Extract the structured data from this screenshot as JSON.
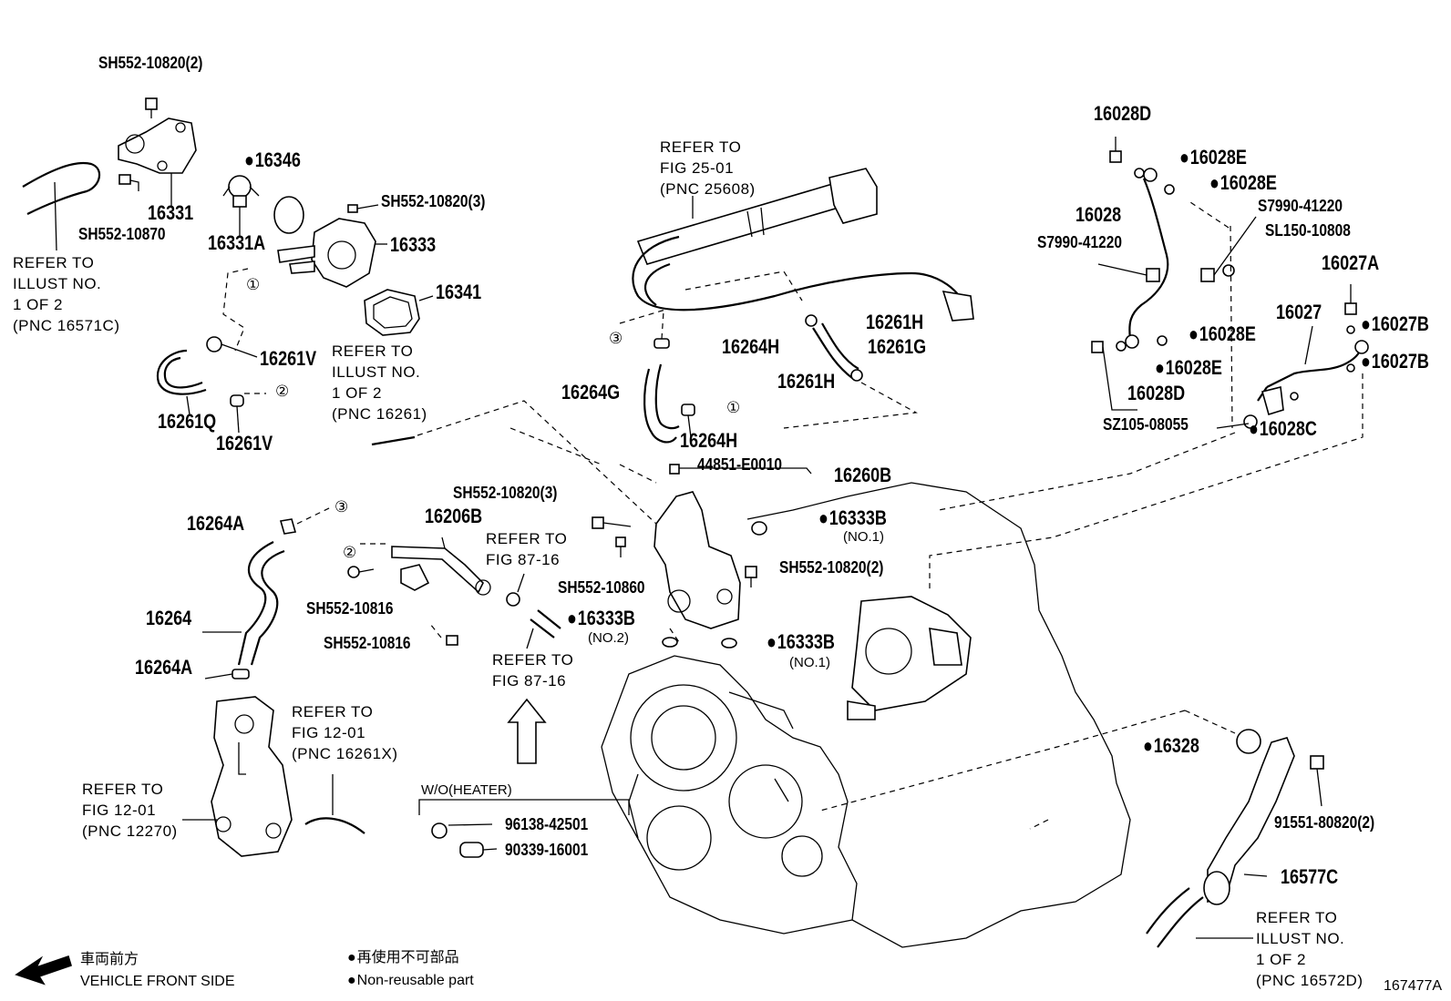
{
  "callouts": {
    "sh552_10820_2_top": "SH552-10820(2)",
    "sh552_10870": "SH552-10870",
    "p16331": "16331",
    "p16346": "16346",
    "p16331a": "16331A",
    "sh552_10820_3_top": "SH552-10820(3)",
    "p16333": "16333",
    "p16341": "16341",
    "p16261v_a": "16261V",
    "p16261v_b": "16261V",
    "p16261q": "16261Q",
    "p16264h_a": "16264H",
    "p16264h_b": "16264H",
    "p16261h_a": "16261H",
    "p16261h_b": "16261H",
    "p16261g": "16261G",
    "p16264g": "16264G",
    "p16028d_a": "16028D",
    "p16028d_b": "16028D",
    "p16028e_a": "16028E",
    "p16028e_b": "16028E",
    "p16028e_c": "16028E",
    "p16028e_d": "16028E",
    "p16028": "16028",
    "s7990_41220_a": "S7990-41220",
    "s7990_41220_b": "S7990-41220",
    "sl150_10808": "SL150-10808",
    "p16027a": "16027A",
    "p16027": "16027",
    "p16027b_a": "16027B",
    "p16027b_b": "16027B",
    "sz105_08055": "SZ105-08055",
    "p16028c": "16028C",
    "p44851_e0010": "44851-E0010",
    "p16260b": "16260B",
    "sh552_10820_3_mid": "SH552-10820(3)",
    "p16206b": "16206B",
    "p16264a_a": "16264A",
    "p16264a_b": "16264A",
    "p16264": "16264",
    "sh552_10816_a": "SH552-10816",
    "sh552_10816_b": "SH552-10816",
    "sh552_10860": "SH552-10860",
    "p16333b_a": "16333B",
    "p16333b_b": "16333B",
    "p16333b_c": "16333B",
    "sh552_10820_2_mid": "SH552-10820(2)",
    "p16328": "16328",
    "p91551_80820": "91551-80820(2)",
    "p16577c": "16577C",
    "p96138_42501": "96138-42501",
    "p90339_16001": "90339-16001"
  },
  "sublabels": {
    "no1_a": "(NO.1)",
    "no2": "(NO.2)",
    "no1_b": "(NO.1)",
    "wo_heater": "W/O(HEATER)"
  },
  "references": {
    "ref_illust_16571c": "REFER TO\nILLUST NO.\n1 OF 2\n(PNC 16571C)",
    "ref_illust_16261": "REFER TO\nILLUST NO.\n1 OF 2\n(PNC 16261)",
    "ref_fig_25_01": "REFER TO\nFIG 25-01\n(PNC 25608)",
    "ref_fig_87_16_a": "REFER TO\nFIG 87-16",
    "ref_fig_87_16_b": "REFER TO\nFIG 87-16",
    "ref_fig_12_01_a": "REFER TO\nFIG 12-01\n(PNC 16261X)",
    "ref_fig_12_01_b": "REFER TO\nFIG 12-01\n(PNC 12270)",
    "ref_illust_16572d": "REFER TO\nILLUST NO.\n1 OF 2\n(PNC 16572D)"
  },
  "circle_markers": [
    "①",
    "②",
    "③",
    "③",
    "①",
    "②"
  ],
  "legend": {
    "front_jp": "車両前方",
    "front_en": "VEHICLE FRONT SIDE",
    "nonreuse_jp": "再使用不可部品",
    "nonreuse_en": "Non-reusable part"
  },
  "diagram_id": "167477A"
}
